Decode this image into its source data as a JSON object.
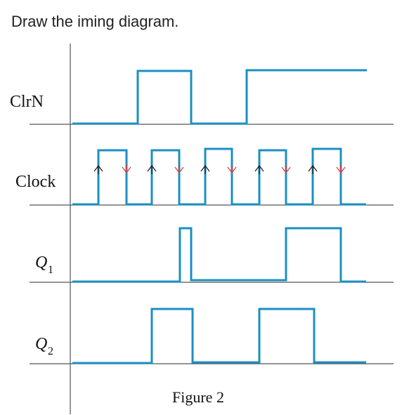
{
  "prompt": "Draw the iming diagram.",
  "signals": {
    "clrn": "ClrN",
    "clock": "Clock",
    "q1_letter": "Q",
    "q1_sub": "1",
    "q2_letter": "Q",
    "q2_sub": "2"
  },
  "caption": "Figure 2",
  "colors": {
    "waveform": "#1b8fc4",
    "rising_edge_arrow": "#222222",
    "falling_edge_arrow": "#e0403a"
  }
}
